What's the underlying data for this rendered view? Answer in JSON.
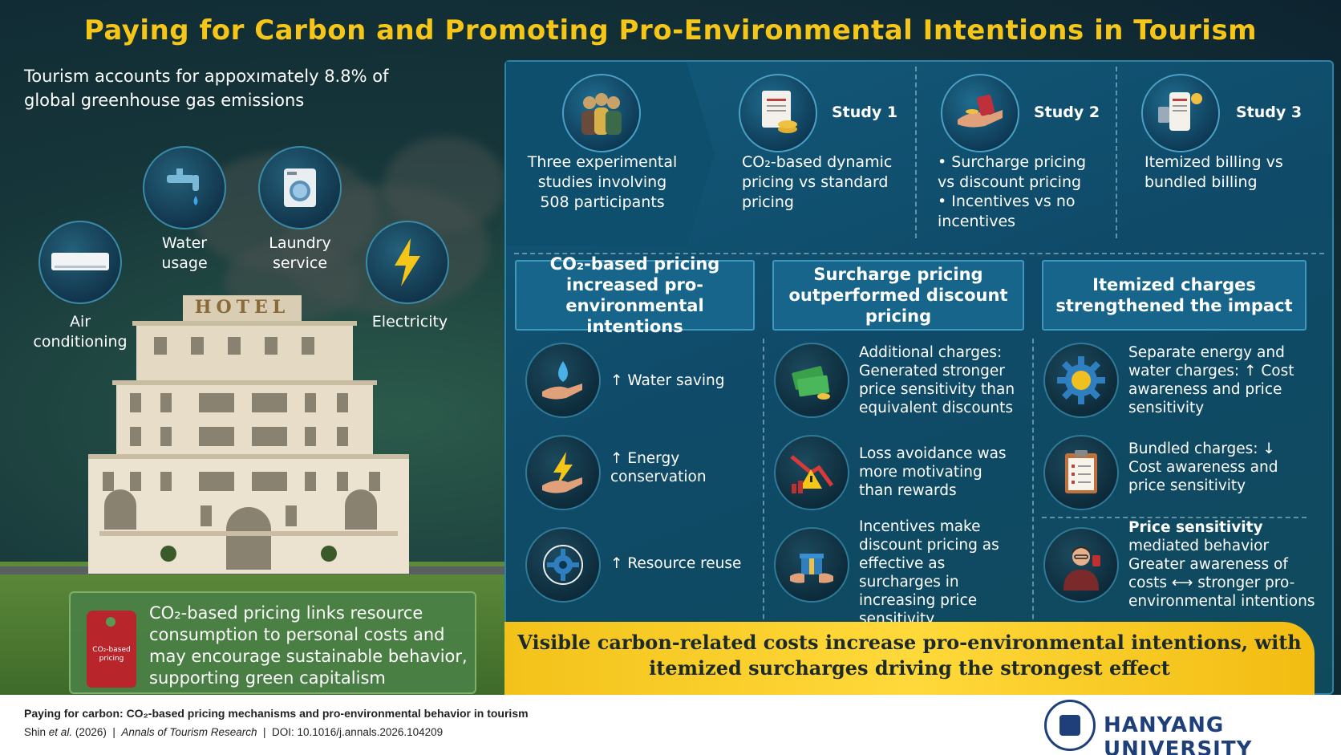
{
  "title": "Paying for Carbon and Promoting Pro-Environmental Intentions in Tourism",
  "intro": "Tourism accounts for appoxımately 8.8% of global greenhouse gas emissions",
  "left_icons": {
    "water": "Water usage",
    "laundry": "Laundry service",
    "air": "Air conditioning",
    "electricity": "Electricity"
  },
  "hotel_sign": "HOTEL",
  "callout": {
    "tag": "CO₂-based pricing",
    "text": "CO₂-based pricing links resource consumption to personal costs and may encourage sustainable behavior, supporting green capitalism"
  },
  "studies": {
    "participants": "Three experimental studies involving 508 participants",
    "study1_label": "Study 1",
    "study1_text": "CO₂-based dynamic pricing vs standard pricing",
    "study2_label": "Study 2",
    "study2_bullet1": "• Surcharge pricing vs discount pricing",
    "study2_bullet2": "• Incentives vs no incentives",
    "study3_label": "Study 3",
    "study3_text": "Itemized billing vs bundled billing"
  },
  "columns": {
    "col1_head": "CO₂-based pricing increased pro-environmental intentions",
    "col2_head": "Surcharge pricing outperformed discount pricing",
    "col3_head": "Itemized charges strengthened the impact"
  },
  "col1_items": [
    "↑ Water saving",
    "↑ Energy conservation",
    "↑ Resource reuse"
  ],
  "col2_items": [
    "Additional charges: Generated stronger price sensitivity than equivalent discounts",
    "Loss avoidance was more motivating than rewards",
    "Incentives make discount pricing as effective as surcharges in increasing price sensitivity"
  ],
  "col3_items": [
    "Separate energy and water charges: ↑ Cost awareness and price sensitivity",
    "Bundled charges: ↓ Cost awareness and price sensitivity"
  ],
  "col3_last": {
    "bold": "Price sensitivity",
    "rest": "mediated behavior Greater awareness of costs ⟷ stronger pro-environmental intentions"
  },
  "banner": "Visible carbon-related costs increase pro-environmental intentions, with itemized surcharges driving the strongest effect",
  "footer": {
    "line1": "Paying for carbon: CO₂-based pricing mechanisms and pro-environmental behavior in tourism",
    "authors": "Shin",
    "etal": "et al.",
    "year": "(2026)",
    "journal": "Annals of Tourism Research",
    "doi": "DOI: 10.1016/j.annals.2026.104209",
    "university": "HANYANG UNIVERSITY"
  },
  "colors": {
    "title": "#f5c518",
    "panel": "#13597a",
    "banner": "#f3c21a",
    "university": "#1e3f7a"
  }
}
